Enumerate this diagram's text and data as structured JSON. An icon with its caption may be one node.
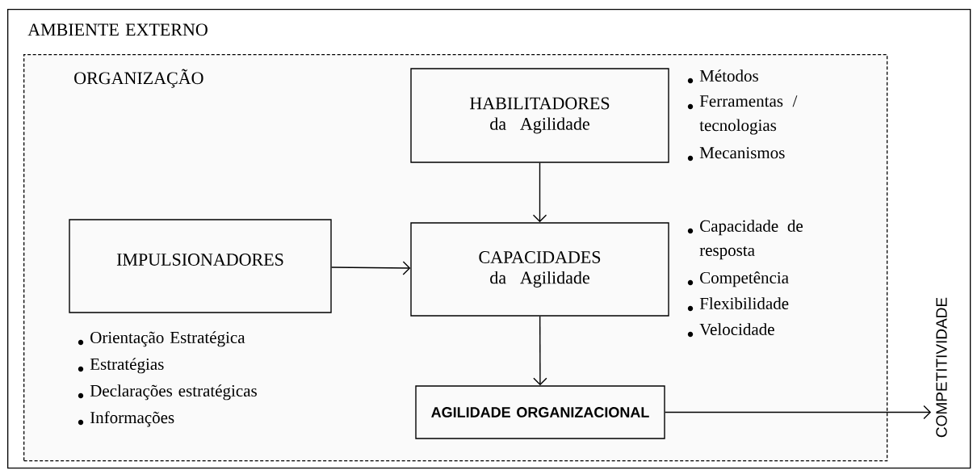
{
  "diagram": {
    "nodes": [
      {
        "text": [
          "AMBIENTE EXTERNO"
        ]
      },
      {
        "text": [
          "ORGANIZAÇÃO"
        ],
        "in": 0
      },
      {
        "text": [
          "HABILITADORES",
          "da Agilidade"
        ],
        "in": 1,
        "beside": [
          "Métodos",
          "Ferramentas / tecnologias",
          "Mecanismos"
        ]
      },
      {
        "text": [
          "IMPULSIONADORES"
        ],
        "in": 1,
        "beside": [
          "Orientação Estratégica",
          "Estratégias",
          "Declarações estratégicas",
          "Informações"
        ]
      },
      {
        "text": [
          "CAPACIDADES",
          "da Agilidade"
        ],
        "in": 1,
        "beside": [
          "Capacidade de resposta",
          "Competência",
          "Flexibilidade",
          "Velocidade"
        ]
      },
      {
        "text": [
          "AGILIDADE ORGANIZACIONAL"
        ],
        "in": 1
      },
      {
        "text": [
          "COMPETITIVIDADE"
        ],
        "in": 0
      }
    ],
    "edges": [
      {
        "from": 2,
        "to": 4,
        "arrow": "to"
      },
      {
        "from": 3,
        "to": 4,
        "arrow": "to"
      },
      {
        "from": 4,
        "to": 5,
        "arrow": "to"
      },
      {
        "from": 5,
        "to": 6,
        "arrow": "to"
      }
    ]
  }
}
